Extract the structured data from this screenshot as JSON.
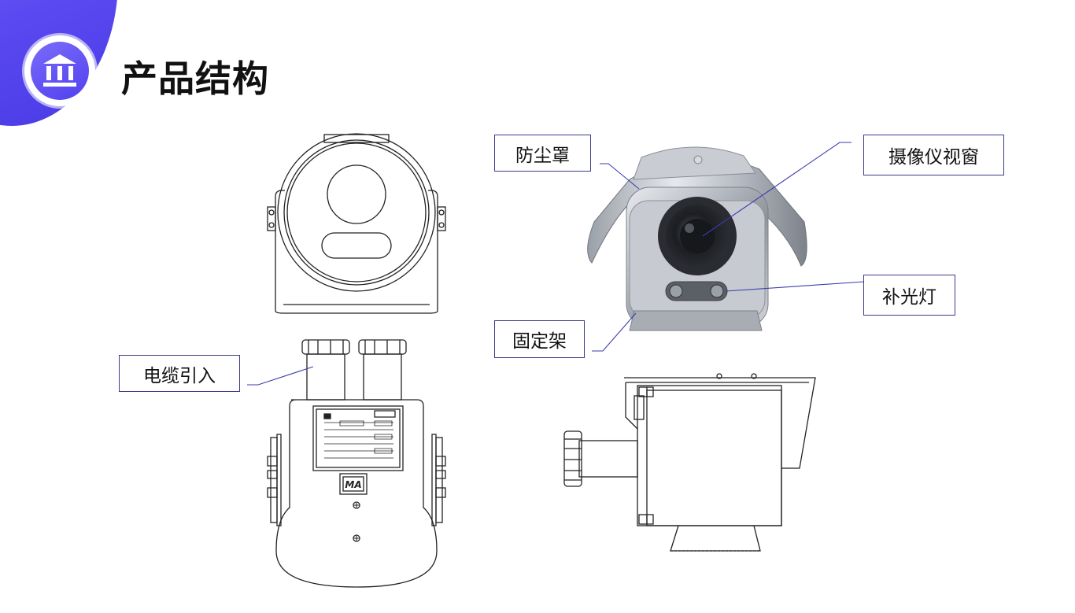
{
  "page": {
    "title": "产品结构"
  },
  "labels": {
    "dust_cover": "防尘罩",
    "camera_window": "摄像仪视窗",
    "fill_light": "补光灯",
    "mount_bracket": "固定架",
    "cable_entry": "电缆引入"
  },
  "nameplate": {
    "mark": "MA"
  },
  "colors": {
    "accent": "#5a49f0",
    "leader_line": "#3b3bb0",
    "drawing_stroke": "#222222"
  }
}
